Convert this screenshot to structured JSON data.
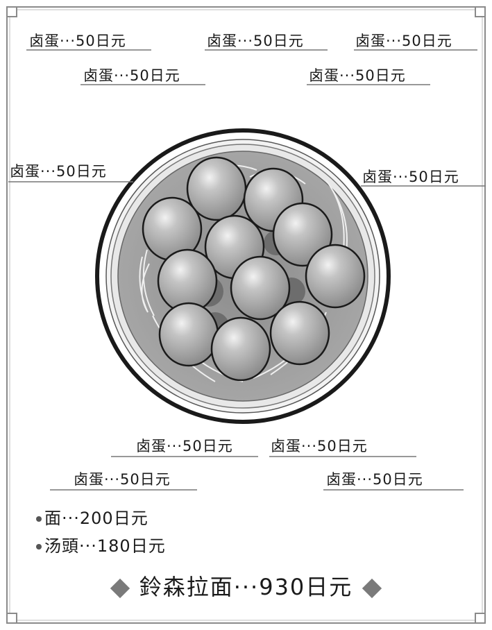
{
  "egg_labels": [
    "卤蛋···50日元",
    "卤蛋···50日元",
    "卤蛋···50日元",
    "卤蛋···50日元",
    "卤蛋···50日元",
    "卤蛋···50日元",
    "卤蛋···50日元",
    "卤蛋···50日元",
    "卤蛋···50日元",
    "卤蛋···50日元",
    "卤蛋···50日元"
  ],
  "menu": {
    "noodles": "面···200日元",
    "soup": "汤頭···180日元"
  },
  "total": "鈴森拉面···930日元"
}
